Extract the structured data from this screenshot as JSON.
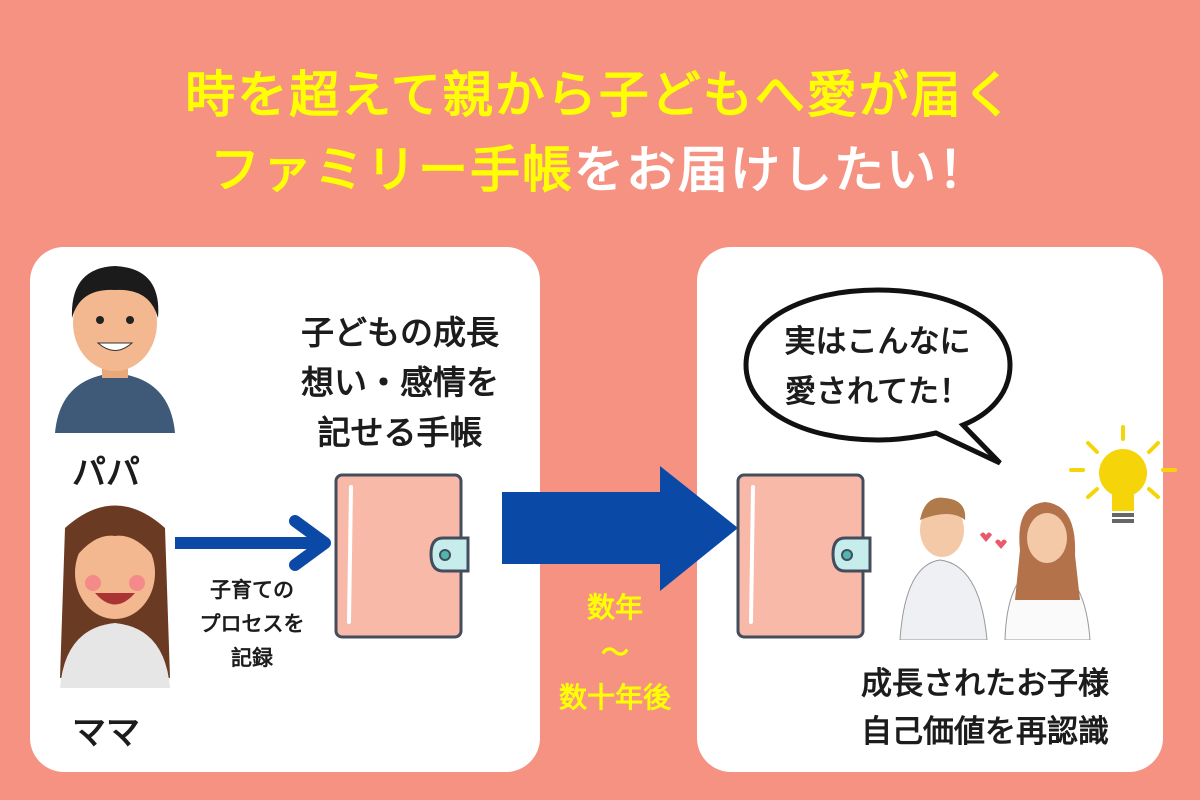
{
  "title": {
    "line1": "時を超えて親から子どもへ愛が届く",
    "line2_highlight": "ファミリー手帳",
    "line2_rest": "をお届けしたい！"
  },
  "left_panel": {
    "papa_label": "パパ",
    "mama_label": "ママ",
    "notebook_caption": [
      "子どもの成長",
      "想い・感情を",
      "記せる手帳"
    ],
    "arrow_caption": [
      "子育ての",
      "プロセスを",
      "記録"
    ]
  },
  "timespan": [
    "数年",
    "〜",
    "数十年後"
  ],
  "right_panel": {
    "speech_bubble": [
      "実はこんなに",
      "愛されてた！"
    ],
    "caption": [
      "成長されたお子様",
      "自己価値を再認識"
    ]
  },
  "colors": {
    "background": "#f59282",
    "accent_yellow": "#ffff00",
    "arrow_blue": "#0a4aa6",
    "notebook": "#f8b9a8"
  }
}
